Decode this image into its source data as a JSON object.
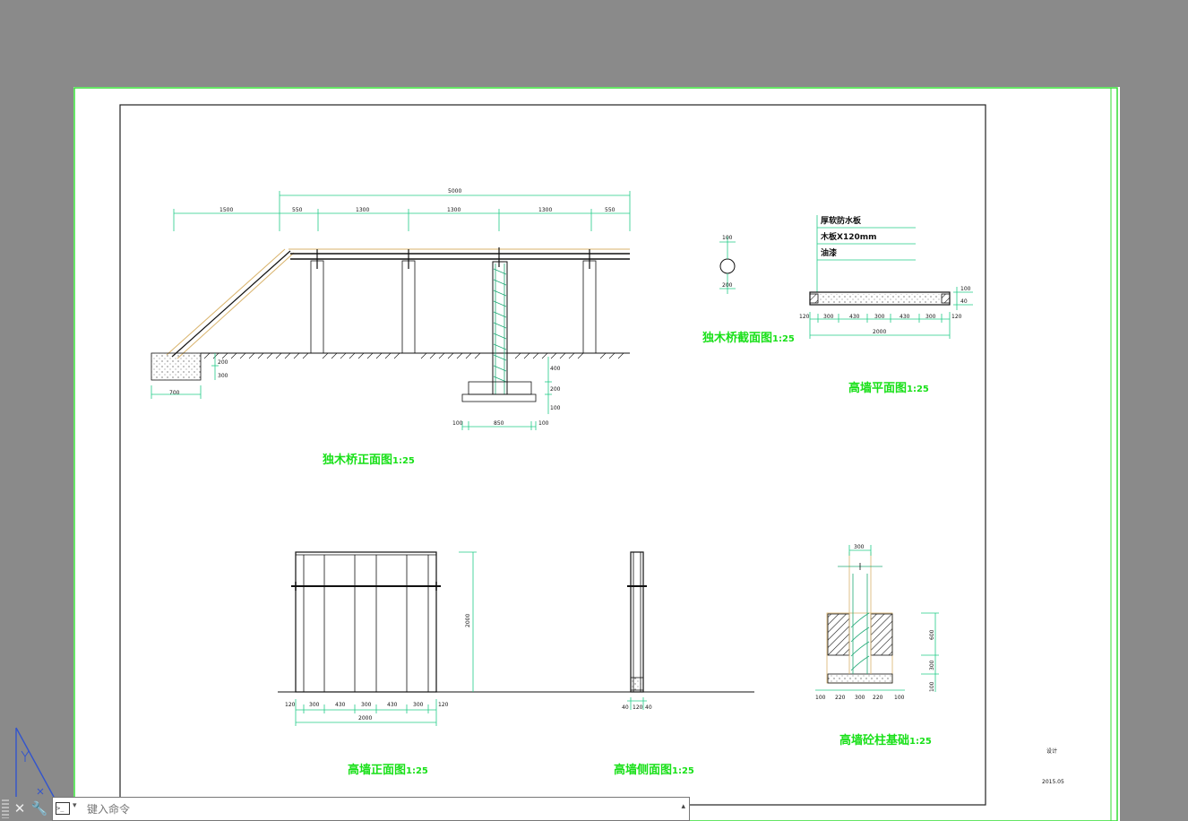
{
  "colors": {
    "workspace": "#8a8a8a",
    "sheet": "#ffffff",
    "border_green": "#33dd33",
    "label_green": "#19e019",
    "outline": "#111111",
    "wood": "#d9b36b"
  },
  "titles": {
    "bridge_elevation": {
      "text": "独木桥正面图",
      "scale": "1:25"
    },
    "bridge_section": {
      "text": "独木桥截面图",
      "scale": "1:25"
    },
    "wall_plan": {
      "text": "高墙平面图",
      "scale": "1:25"
    },
    "wall_front": {
      "text": "高墙正面图",
      "scale": "1:25"
    },
    "wall_side": {
      "text": "高墙侧面图",
      "scale": "1:25"
    },
    "wall_footing": {
      "text": "高墙砼柱基础",
      "scale": "1:25"
    }
  },
  "dims": {
    "total": "5000",
    "seg1": "1500",
    "seg2": "550",
    "seg3": "1300",
    "seg4": "1300",
    "seg5": "1300",
    "seg6": "550",
    "foot_left": "700",
    "foot_h1": "200",
    "foot_h2": "300",
    "pile_h1": "400",
    "pile_h2": "200",
    "pile_h3": "100",
    "pile_w_l": "100",
    "pile_w": "850",
    "pile_w_r": "100",
    "sec_top": "100",
    "sec_bot": "200",
    "plan_h1": "100",
    "plan_h2": "40",
    "plan_a": "120",
    "plan_b": "300",
    "plan_c": "430",
    "plan_d": "300",
    "plan_e": "430",
    "plan_f": "300",
    "plan_g": "120",
    "plan_total": "2000",
    "front_h": "2000",
    "front_a": "120",
    "front_b": "300",
    "front_c": "430",
    "front_d": "300",
    "front_e": "430",
    "front_f": "300",
    "front_g": "120",
    "front_total": "2000",
    "side_a": "40",
    "side_b": "120",
    "side_c": "40",
    "ftg_top": "300",
    "ftg_h1": "600",
    "ftg_h2": "300",
    "ftg_h3": "100",
    "ftg_a": "100",
    "ftg_b": "220",
    "ftg_c": "300",
    "ftg_d": "220",
    "ftg_e": "100"
  },
  "notes": {
    "plan1": "厚软防水板",
    "plan2": "木板X120mm",
    "plan3": "油漆"
  },
  "titleblock": {
    "small1": "设计",
    "small2": "2015.05"
  },
  "command": {
    "placeholder": "键入命令"
  },
  "icons": {
    "close": "close-icon",
    "settings": "wrench-icon",
    "terminal": "command-prompt-icon",
    "ucs": "ucs-icon"
  }
}
